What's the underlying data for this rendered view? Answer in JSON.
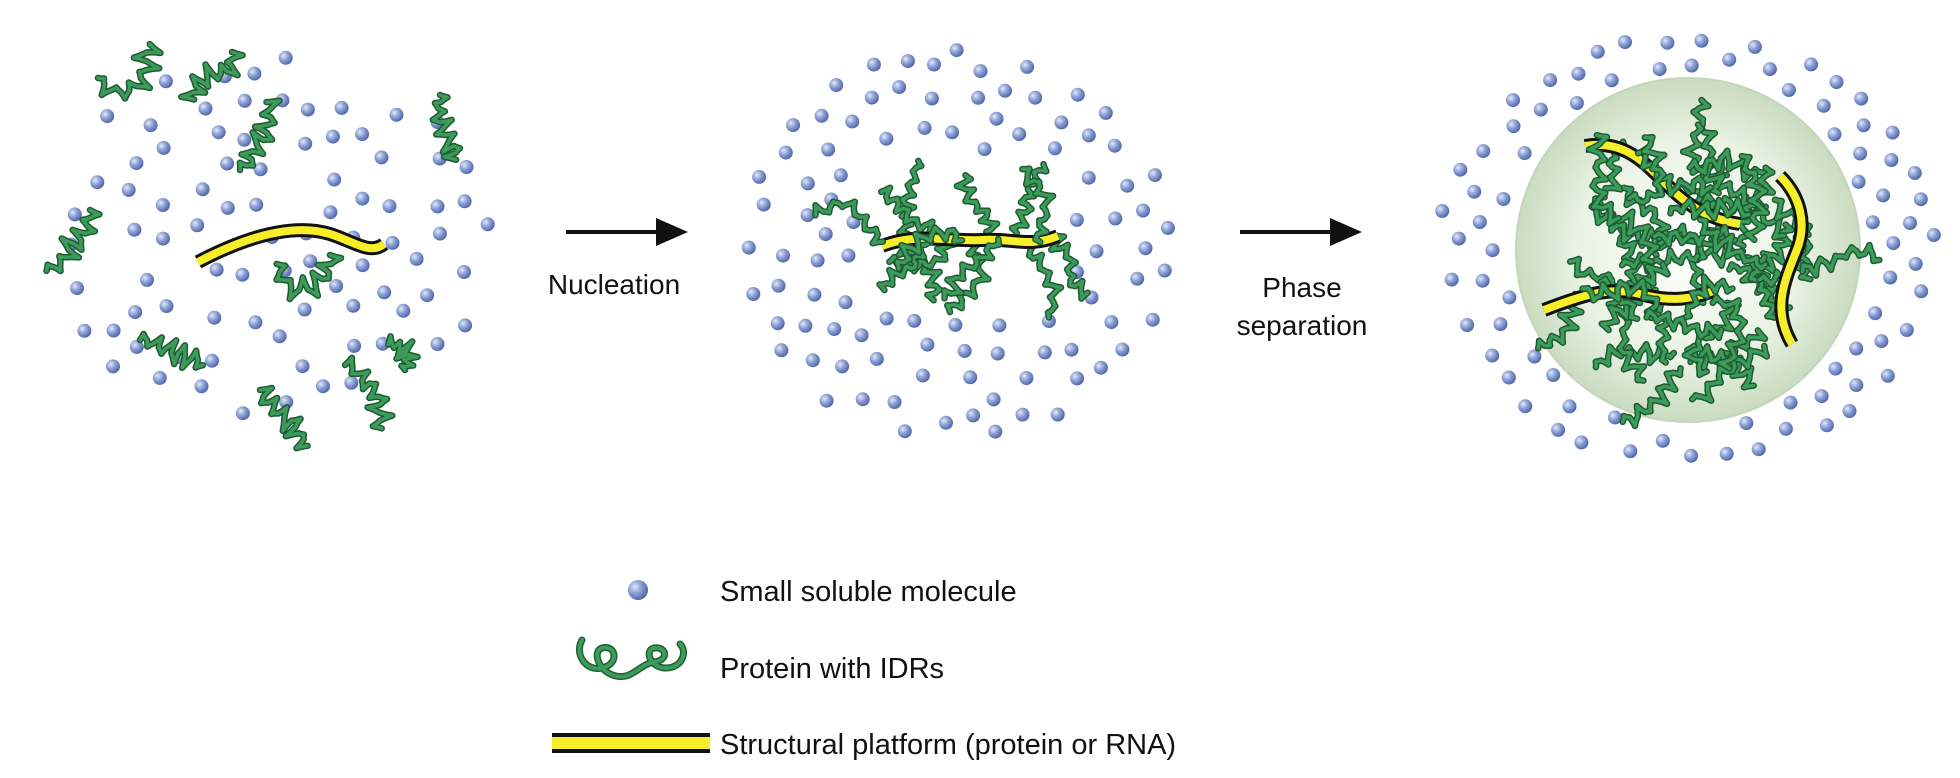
{
  "steps": {
    "nucleation_label": "Nucleation",
    "phase_label_line1": "Phase",
    "phase_label_line2": "separation"
  },
  "legend": {
    "small_molecule": "Small soluble molecule",
    "protein_idr": "Protein with IDRs",
    "platform": "Structural platform (protein or RNA)"
  },
  "colors": {
    "molecule": "#7f95cc",
    "protein": "#2e8b4e",
    "platform_fill": "#f7ee2a",
    "platform_outline": "#111111",
    "droplet": "#d8e8d0",
    "arrow": "#111111"
  }
}
